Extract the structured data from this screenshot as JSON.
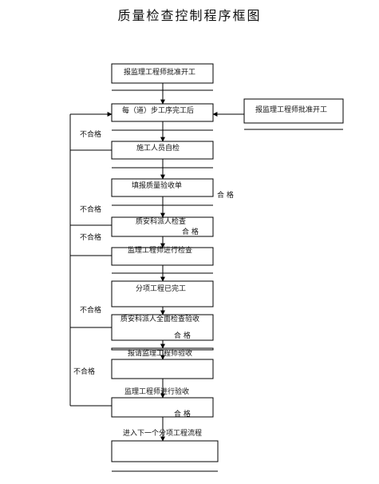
{
  "title": "质量检查控制程序框图",
  "steps": [
    "报监理工程师批准开工",
    "每（道）步工序完工后",
    "施工人员自检",
    "填报质量验收单",
    "质安科派人检查",
    "监理工程师进行检查",
    "分项工程已完工",
    "质安科派人全面检查验收",
    "报请监理工程师验收",
    "监理工程师进行验收",
    "进入下一个分项工程流程"
  ],
  "side_box": "报监理工程师批准开工",
  "pass_label": "合 格",
  "pass_label_wide": "合  格",
  "fail_label": "不合格"
}
